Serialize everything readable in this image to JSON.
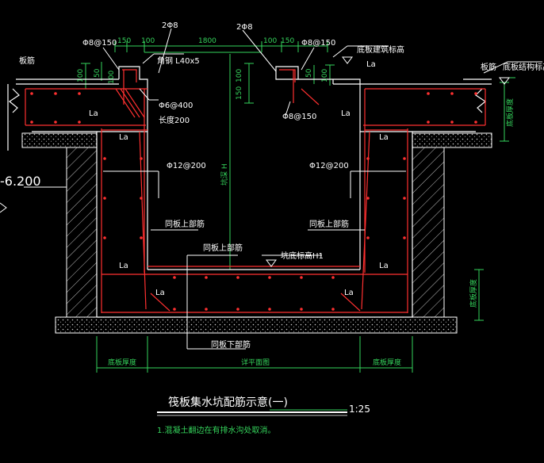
{
  "drawing": {
    "top_labels": {
      "bar_2d8_left": "2Φ8",
      "bar_2d8_right": "2Φ8",
      "bar_d8_150_left": "Φ8@150",
      "bar_d8_150_right": "Φ8@150",
      "bar_d8_150_lower": "Φ8@150",
      "dim_150_left": "150",
      "dim_100_left": "100",
      "dim_1800": "1800",
      "dim_100_right": "100",
      "dim_150_right": "150",
      "angle_steel": "角钢 L40x5",
      "bar_d6_400": "Φ6@400",
      "length_200": "长度200",
      "floor_label_left": "板筋",
      "floor_label_right": "板筋",
      "finish_elev": "底板建筑标高",
      "struct_elev": "底板结构标高",
      "dim_100_v1": "100",
      "dim_50_v": "50",
      "dim_100_v2": "100",
      "dim_150_v": "150",
      "dim_100_v3": "100",
      "dim_50_v2": "50",
      "dim_100_v4": "100",
      "thickness_right": "底板厚度",
      "depth_h": "坑深 H"
    },
    "body_labels": {
      "la_1": "La",
      "la_2": "La",
      "la_3": "La",
      "la_4": "La",
      "la_5": "La",
      "la_6": "La",
      "la_7": "La",
      "la_8": "La",
      "la_top_right": "La",
      "bar_d12_left": "Φ12@200",
      "bar_d12_right": "Φ12@200",
      "same_top_left": "同板上部筋",
      "same_top_right": "同板上部筋",
      "same_top_mid": "同板上部筋",
      "pit_elev": "坑底标高H1",
      "same_bottom": "同板下部筋",
      "elevation": "-6.200",
      "thickness_side": "底板厚度"
    },
    "bottom_dims": {
      "left": "底板厚度",
      "center": "详平面图",
      "right": "底板厚度"
    },
    "title": "筏板集水坑配筋示意(一)",
    "scale": "1:25",
    "note": "1.混凝土翻边在有排水沟处取消。"
  },
  "colors": {
    "background": "#000000",
    "concrete": "#ffffff",
    "rebar": "#ff3030",
    "dimension": "#35d45c",
    "text": "#ffffff",
    "hatch": "#b8b8b8"
  }
}
